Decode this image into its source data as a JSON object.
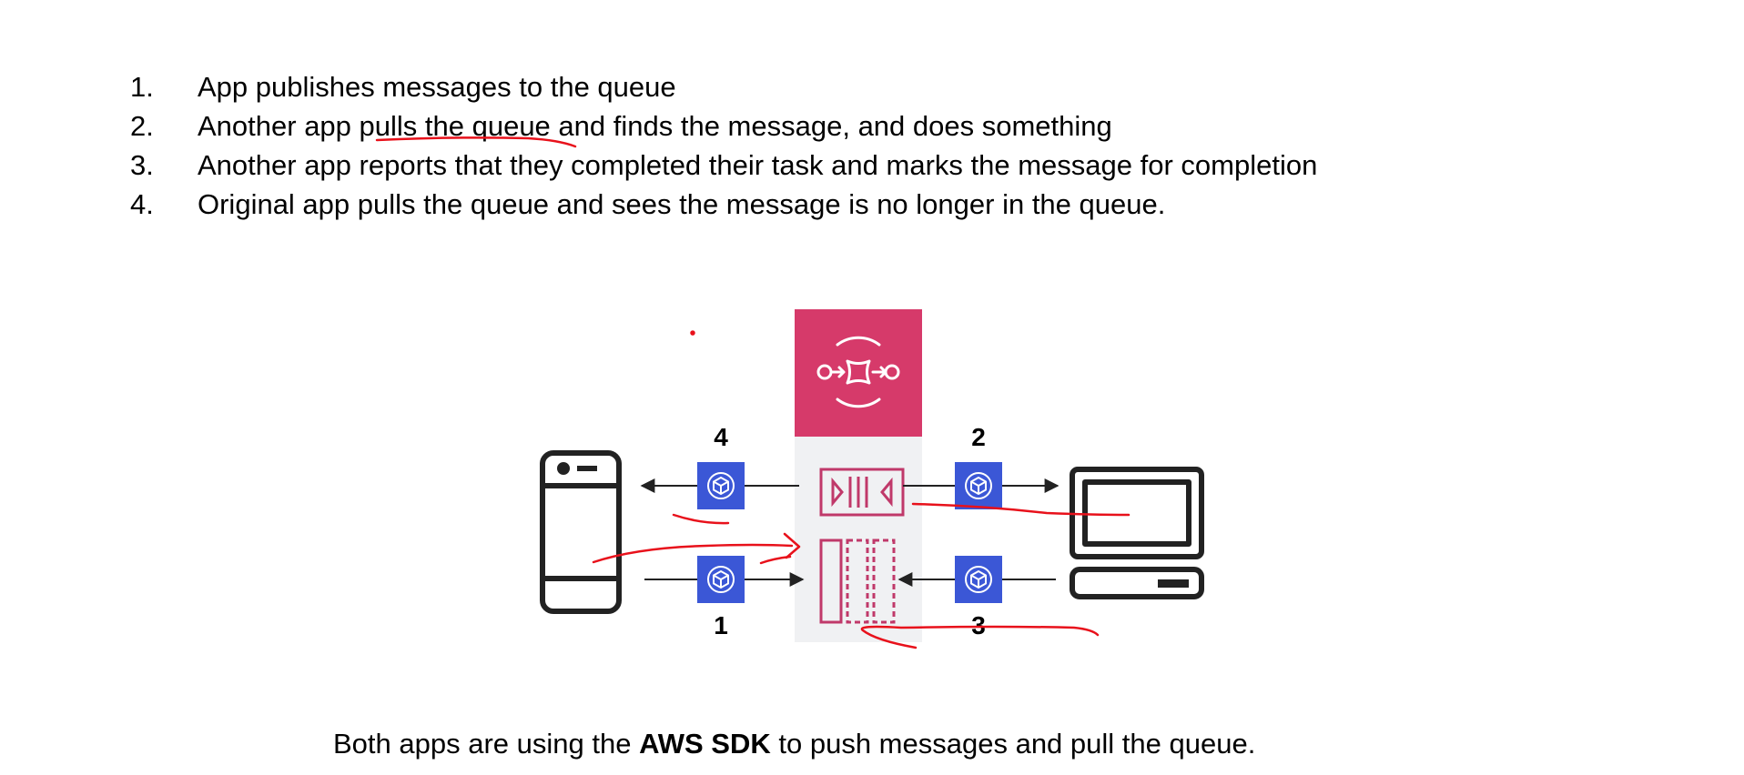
{
  "steps": [
    {
      "number": "1.",
      "text": "App publishes messages to the queue"
    },
    {
      "number": "2.",
      "text": "Another app pulls the queue and finds the message, and does something"
    },
    {
      "number": "3.",
      "text": "Another app reports that they completed their task and marks the message for completion"
    },
    {
      "number": "4.",
      "text": "Original app pulls the queue and sees the message is no longer in the queue."
    }
  ],
  "diagram": {
    "labels": {
      "one": "1",
      "two": "2",
      "three": "3",
      "four": "4"
    },
    "icons": {
      "queue_service": "sqs-queue-icon",
      "sdk": "sdk-cube-icon",
      "mobile_app": "mobile-phone-icon",
      "desktop_app": "desktop-computer-icon"
    },
    "colors": {
      "queue_header": "#d63a6a",
      "queue_body": "#f0f1f3",
      "sdk_box": "#3b57d6",
      "queue_shapes": "#c0396a",
      "annotations": "#e8111b",
      "arrows": "#222222"
    }
  },
  "footer": {
    "prefix": "Both apps are using the ",
    "bold": "AWS SDK",
    "suffix": " to push messages and pull the queue."
  }
}
